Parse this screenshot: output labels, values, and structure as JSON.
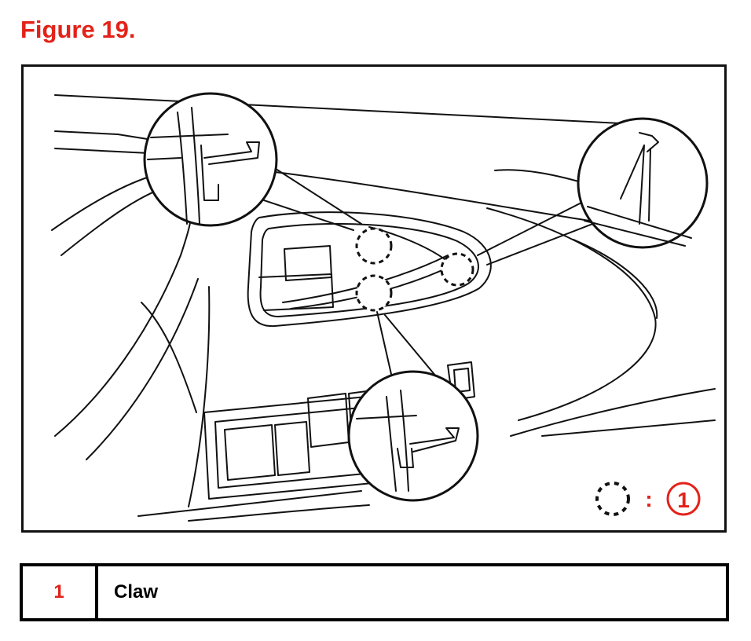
{
  "figure": {
    "title": "Figure 19."
  },
  "legend": {
    "separator": ":",
    "callout_number": "1",
    "items": [
      {
        "number": "1",
        "label": "Claw"
      }
    ]
  },
  "colors": {
    "title_red": "#e32219",
    "line": "#111111",
    "callout_red": "#e32219"
  },
  "icons": {
    "claw_marker": "dashed-circle-icon",
    "callout": "numbered-circle-icon"
  }
}
